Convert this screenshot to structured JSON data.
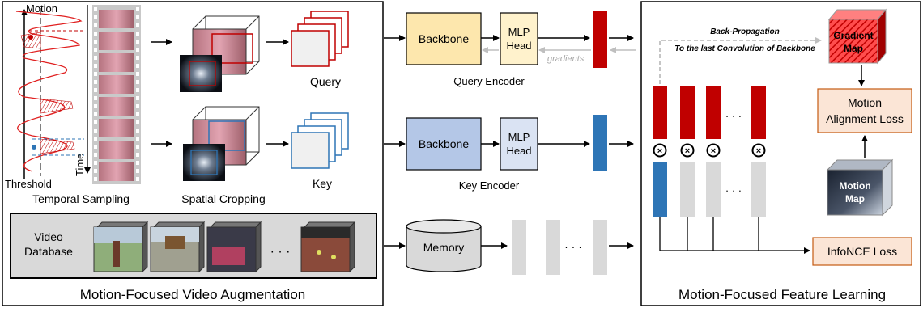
{
  "left_panel": {
    "title": "Motion-Focused Video Augmentation",
    "motion_label": "Motion",
    "time_label": "Time",
    "threshold_label": "Threshold",
    "temporal_sampling_label": "Temporal Sampling",
    "spatial_cropping_label": "Spatial Cropping",
    "query_label": "Query",
    "key_label": "Key",
    "video_database_line1": "Video",
    "video_database_line2": "Database",
    "ellipsis": "· · ·"
  },
  "middle": {
    "backbone_label": "Backbone",
    "mlp_head_line1": "MLP",
    "mlp_head_line2": "Head",
    "gradients_label": "gradients",
    "query_encoder_label": "Query Encoder",
    "key_encoder_label": "Key Encoder",
    "memory_label": "Memory",
    "ellipsis": "· · ·"
  },
  "right_panel": {
    "title": "Motion-Focused Feature Learning",
    "backprop_line1": "Back-Propagation",
    "backprop_line2": "To the last Convolution of Backbone",
    "gradient_map_line1": "Gradient",
    "gradient_map_line2": "Map",
    "motion_alignment_line1": "Motion",
    "motion_alignment_line2": "Alignment Loss",
    "motion_map_line1": "Motion",
    "motion_map_line2": "Map",
    "infonce_label": "InfoNCE Loss",
    "times_symbol": "×",
    "ellipsis": "· · ·"
  },
  "colors": {
    "query_red": "#c00000",
    "key_blue": "#2e75b6",
    "backbone_query_fill": "#fde7ad",
    "backbone_key_fill": "#b4c7e7",
    "mlp_query_fill": "#fff2cc",
    "mlp_key_fill": "#dae3f3",
    "memory_gray": "#d9d9d9",
    "loss_fill": "#fbe5d6",
    "loss_border": "#c55a11"
  }
}
